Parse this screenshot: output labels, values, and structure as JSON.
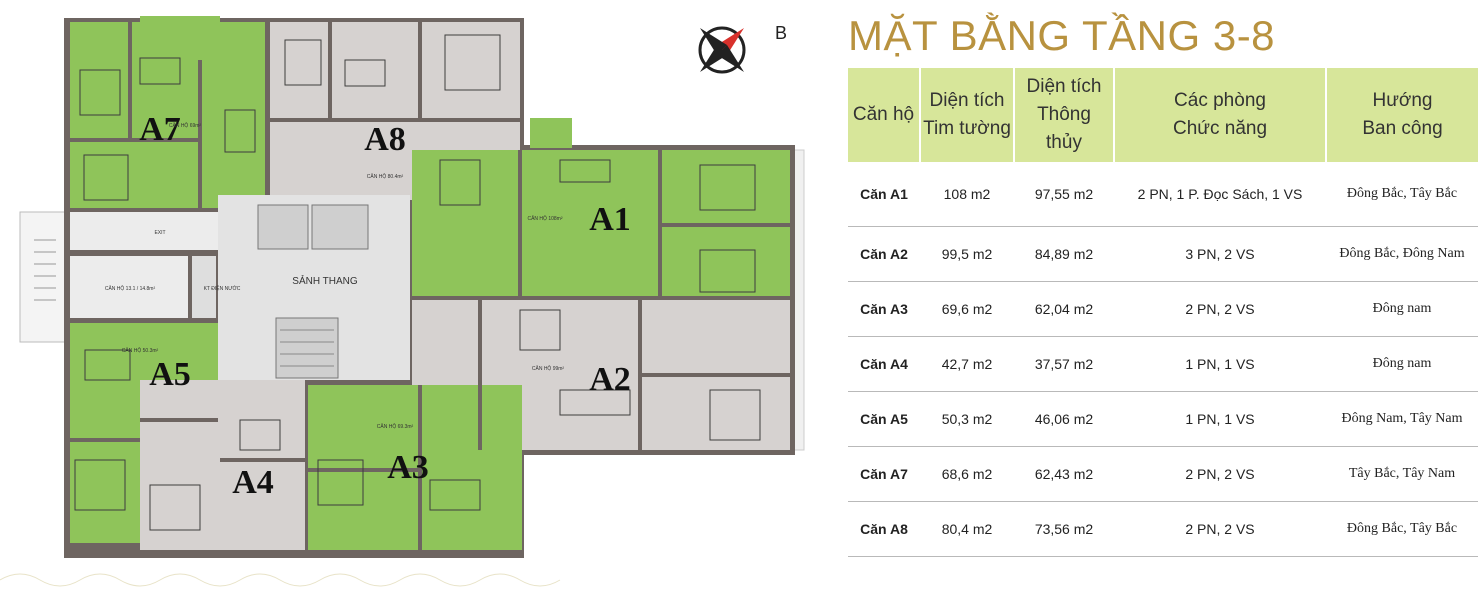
{
  "title": "MẶT BẰNG TẦNG 3-8",
  "compass_label": "B",
  "plan": {
    "units": [
      "A7",
      "A8",
      "A1",
      "A5",
      "A2",
      "A4",
      "A3"
    ],
    "unit_codes": {
      "A7": "CĂN HỘ 69m²",
      "A8": "CĂN HỘ 80.4m²",
      "A1": "CĂN HỘ 108m²",
      "A5": "CĂN HỘ 50.3m²",
      "A2": "CĂN HỘ 99m²",
      "A3": "CĂN HỘ 69.3m²"
    },
    "lobby": "SẢNH THANG",
    "exit": "EXIT",
    "utility_room": "CĂN HỘ 13.1 / 14.8m²",
    "electrical_room": "KT ĐIỆN NƯỚC"
  },
  "table": {
    "headers": [
      "Căn hộ",
      "Diện tích\nTim tường",
      "Diện tích\nThông thủy",
      "Các phòng\nChức năng",
      "Hướng\nBan công"
    ],
    "rows": [
      [
        "Căn A1",
        "108  m2",
        "97,55 m2",
        "2 PN, 1 P. Đọc Sách, 1 VS",
        "Đông Bắc, Tây Bắc"
      ],
      [
        "Căn A2",
        "99,5 m2",
        "84,89 m2",
        "3 PN, 2 VS",
        "Đông Bắc, Đông Nam"
      ],
      [
        "Căn A3",
        "69,6 m2",
        "62,04 m2",
        "2 PN, 2 VS",
        "Đông nam"
      ],
      [
        "Căn A4",
        "42,7 m2",
        "37,57 m2",
        "1 PN, 1 VS",
        "Đông nam"
      ],
      [
        "Căn A5",
        "50,3 m2",
        "46,06 m2",
        "1 PN, 1 VS",
        "Đông Nam, Tây Nam"
      ],
      [
        "Căn A7",
        "68,6 m2",
        "62,43 m2",
        "2 PN, 2 VS",
        "Tây Bắc, Tây Nam"
      ],
      [
        "Căn A8",
        "80,4 m2",
        "73,56 m2",
        "2 PN, 2 VS",
        "Đông Bắc, Tây Bắc"
      ]
    ]
  },
  "colors": {
    "title": "#b8923f",
    "header_bg": "#d7e69a",
    "unit_green": "#8fc45a",
    "unit_gray": "#d6d2d0",
    "wall": "#6e6561"
  }
}
